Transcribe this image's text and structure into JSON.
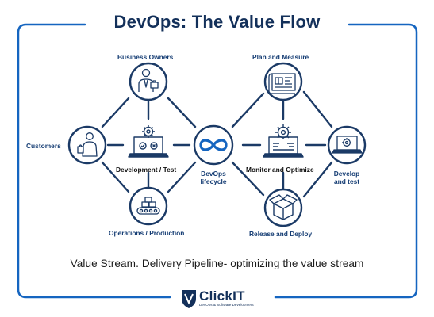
{
  "title": "DevOps: The Value Flow",
  "labels": {
    "business_owners": "Business Owners",
    "customers": "Customers",
    "development_test": "Development / Test",
    "operations_production": "Operations / Production",
    "devops_line1": "DevOps",
    "devops_line2": "lifecycle",
    "plan_measure": "Plan and Measure",
    "monitor_optimize": "Monitor and Optimize",
    "develop_line1": "Develop",
    "develop_line2": "and test",
    "release_deploy": "Release and Deploy"
  },
  "caption": "Value Stream. Delivery Pipeline- optimizing the value stream",
  "brand": {
    "name": "ClickIT",
    "tagline": "DevOps & Software Development"
  },
  "icons": [
    "person-with-briefcase-icon",
    "shopping-person-icon",
    "laptop-gears-icon",
    "conveyor-belt-icon",
    "infinity-icon",
    "blueprint-icon",
    "computer-gear-icon",
    "laptop-gear-icon",
    "package-box-icon",
    "clickit-shield-logo-icon"
  ],
  "colors": {
    "navy": "#13305a",
    "accent_blue": "#1565c0",
    "line": "#1b3a66"
  }
}
